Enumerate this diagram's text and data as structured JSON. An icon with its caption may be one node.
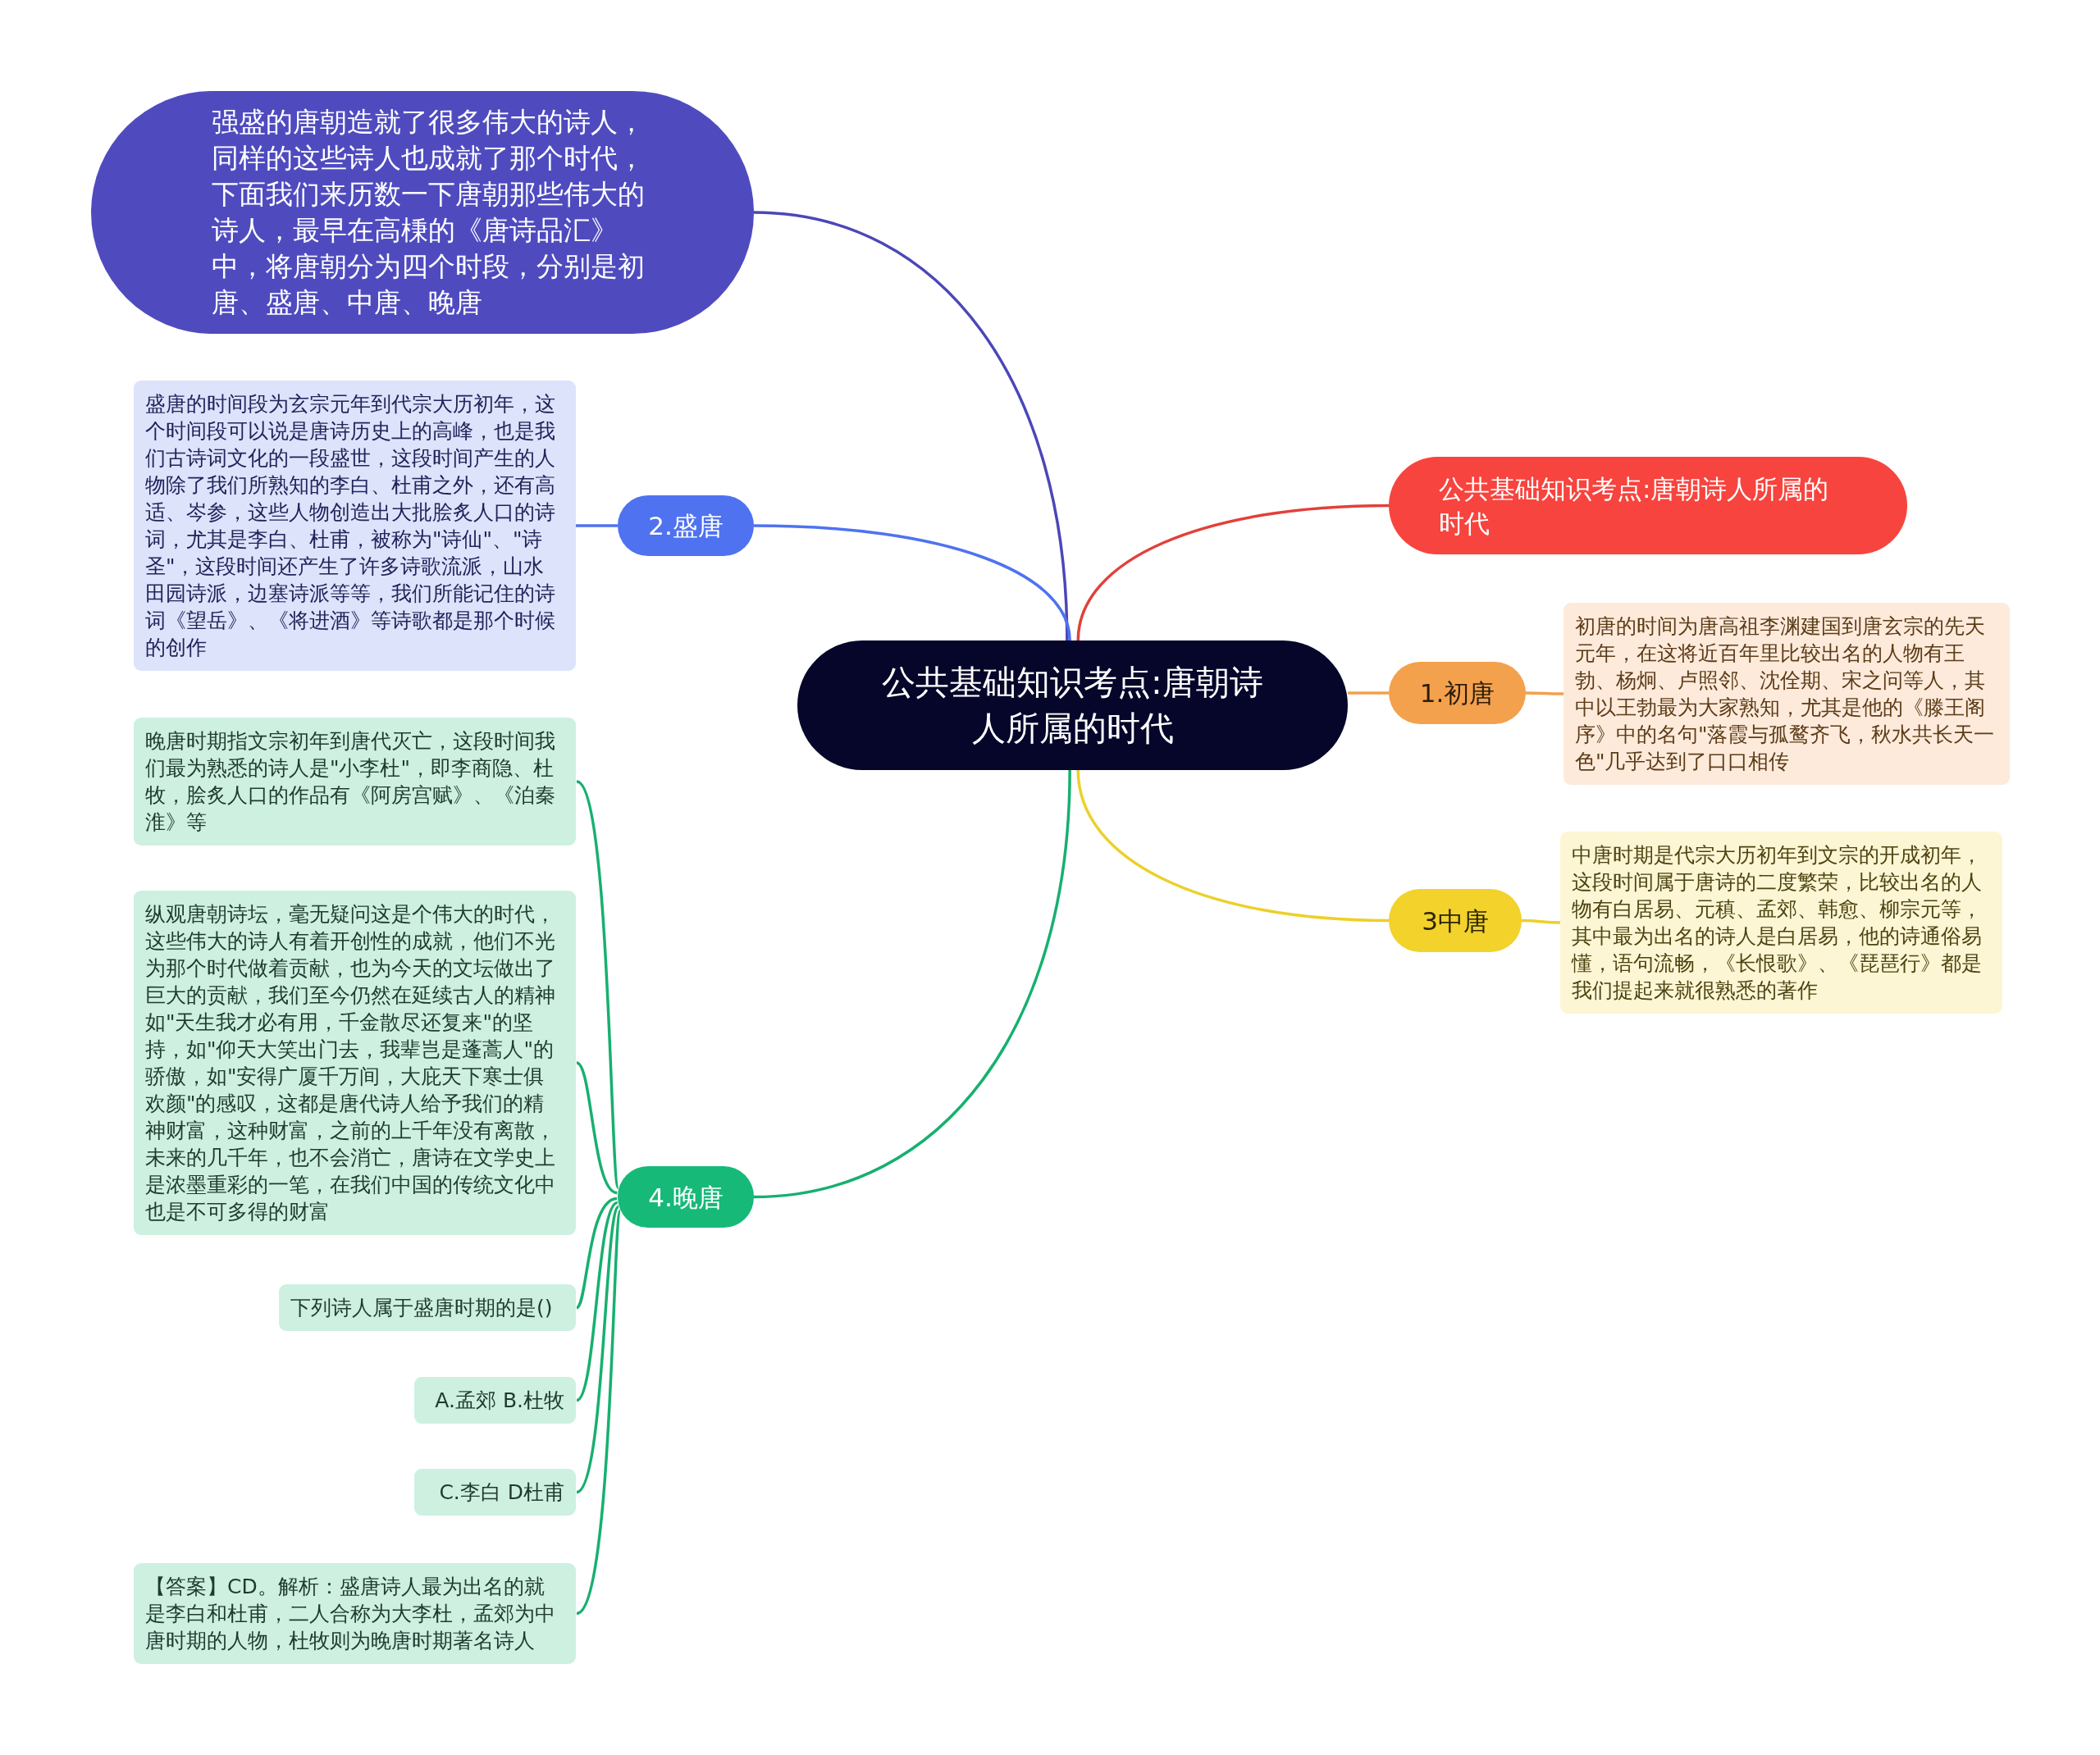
{
  "diagram": {
    "nodes": [
      {
        "text": [
          "公共基础知识考点:唐朝诗人所属的时代"
        ]
      },
      {
        "text": [
          "强盛的唐朝造就了很多伟大的诗人，同样的这些诗人也成就了那个时代，下面我们来历数一下唐朝那些伟大的诗人，最早在高棅的《唐诗品汇》中，将唐朝分为四个时段，分别是初唐、盛唐、中唐、晚唐"
        ]
      },
      {
        "text": [
          "2.盛唐"
        ]
      },
      {
        "text": [
          "盛唐的时间段为玄宗元年到代宗大历初年，这个时间段可以说是唐诗历史上的高峰，也是我们古诗词文化的一段盛世，这段时间产生的人物除了我们所熟知的李白、杜甫之外，还有高适、岑参，这些人物创造出大批脍炙人口的诗词，尤其是李白、杜甫，被称为\"诗仙\"、\"诗圣\"，这段时间还产生了许多诗歌流派，山水田园诗派，边塞诗派等等，我们所能记住的诗词《望岳》、《将进酒》等诗歌都是那个时候的创作"
        ]
      },
      {
        "text": [
          "公共基础知识考点:唐朝诗人所属的时代"
        ]
      },
      {
        "text": [
          "1.初唐"
        ]
      },
      {
        "text": [
          "初唐的时间为唐高祖李渊建国到唐玄宗的先天元年，在这将近百年里比较出名的人物有王勃、杨炯、卢照邻、沈佺期、宋之问等人，其中以王勃最为大家熟知，尤其是他的《滕王阁序》中的名句\"落霞与孤鹜齐飞，秋水共长天一色\"几乎达到了口口相传"
        ]
      },
      {
        "text": [
          "3中唐"
        ]
      },
      {
        "text": [
          "中唐时期是代宗大历初年到文宗的开成初年，这段时间属于唐诗的二度繁荣，比较出名的人物有白居易、元稹、孟郊、韩愈、柳宗元等，其中最为出名的诗人是白居易，他的诗通俗易懂，语句流畅，《长恨歌》、《琵琶行》都是我们提起来就很熟悉的著作"
        ]
      },
      {
        "text": [
          "4.晚唐"
        ]
      },
      {
        "text": [
          "晚唐时期指文宗初年到唐代灭亡，这段时间我们最为熟悉的诗人是\"小李杜\"，即李商隐、杜牧，脍炙人口的作品有《阿房宫赋》、《泊秦淮》等"
        ]
      },
      {
        "text": [
          "纵观唐朝诗坛，毫无疑问这是个伟大的时代，这些伟大的诗人有着开创性的成就，他们不光为那个时代做着贡献，也为今天的文坛做出了巨大的贡献，我们至今仍然在延续古人的精神如\"天生我才必有用，千金散尽还复来\"的坚持，如\"仰天大笑出门去，我辈岂是蓬蒿人\"的骄傲，如\"安得广厦千万间，大庇天下寒士俱欢颜\"的感叹，这都是唐代诗人给予我们的精神财富，这种财富，之前的上千年没有离散，未来的几千年，也不会消亡，唐诗在文学史上是浓墨重彩的一笔，在我们中国的传统文化中也是不可多得的财富"
        ]
      },
      {
        "text": [
          "下列诗人属于盛唐时期的是()"
        ]
      },
      {
        "text": [
          "A.孟郊 B.杜牧"
        ]
      },
      {
        "text": [
          "C.李白 D杜甫"
        ]
      },
      {
        "text": [
          "【答案】CD。解析：盛唐诗人最为出名的就是李白和杜甫，二人合称为大李杜，孟郊为中唐时期的人物，杜牧则为晚唐时期著名诗人"
        ]
      }
    ],
    "edges": [
      {
        "from": 0,
        "to": 1,
        "arrow": "none",
        "color": "#4b47b8"
      },
      {
        "from": 0,
        "to": 2,
        "arrow": "none",
        "color": "#4f72f0"
      },
      {
        "from": 2,
        "to": 3,
        "arrow": "none",
        "color": "#4f72f0"
      },
      {
        "from": 0,
        "to": 4,
        "arrow": "none",
        "color": "#e2403a"
      },
      {
        "from": 0,
        "to": 5,
        "arrow": "none",
        "color": "#f3a04c"
      },
      {
        "from": 5,
        "to": 6,
        "arrow": "none",
        "color": "#f3a04c"
      },
      {
        "from": 0,
        "to": 7,
        "arrow": "none",
        "color": "#ecd02a"
      },
      {
        "from": 7,
        "to": 8,
        "arrow": "none",
        "color": "#ecd02a"
      },
      {
        "from": 0,
        "to": 9,
        "arrow": "none"
      },
      {
        "from": 9,
        "to": 10,
        "arrow": "none"
      },
      {
        "from": 9,
        "to": 11,
        "arrow": "none"
      },
      {
        "from": 9,
        "to": 12,
        "arrow": "none"
      },
      {
        "from": 9,
        "to": 13,
        "arrow": "none"
      },
      {
        "from": 9,
        "to": 14,
        "arrow": "none"
      },
      {
        "from": 9,
        "to": 15,
        "arrow": "none"
      }
    ]
  }
}
